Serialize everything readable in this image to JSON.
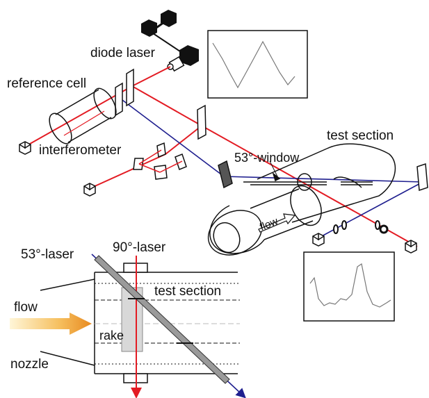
{
  "labels": {
    "diode_laser": "diode laser",
    "reference_cell": "reference cell",
    "interferometer": "interferometer",
    "test_section_top": "test section",
    "window_53": "53°-window",
    "flow_top": "flow",
    "laser_53": "53°-laser",
    "laser_90": "90°-laser",
    "test_section_bottom": "test section",
    "flow_bottom": "flow",
    "rake": "rake",
    "nozzle": "nozzle"
  },
  "icons": {
    "laser": "diode-laser-icon",
    "detector": "photodetector-icon",
    "mirror": "mirror-icon"
  },
  "colors": {
    "red_beam": "#e31b23",
    "blue_beam": "#1f1f8f",
    "outline": "#111111",
    "rake_fill": "#d8d8d8",
    "flow_arrow": "#f0a030"
  }
}
